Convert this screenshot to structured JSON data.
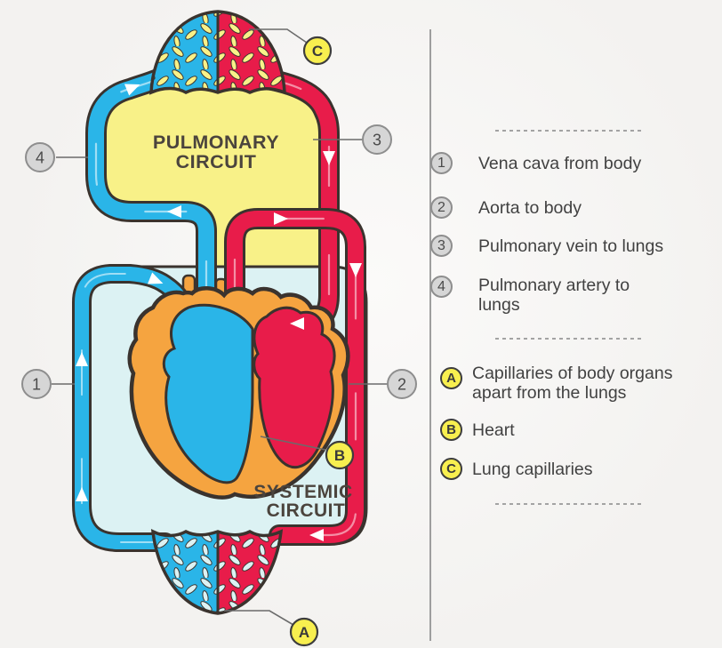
{
  "colors": {
    "vessel_blue": "#2ab5e8",
    "vessel_red": "#e81c4a",
    "pulmonary_yellow": "#f8f188",
    "systemic_light_blue": "#dcf2f3",
    "heart_orange": "#f5a440",
    "outline_dark": "#3a332e",
    "marker_gray_fill": "#d6d6d6",
    "marker_yellow_fill": "#f8ef4f",
    "background": "#f4f3f1"
  },
  "diagram": {
    "pulmonary_circuit": {
      "line1": "PULMONARY",
      "line2": "CIRCUIT"
    },
    "systemic_circuit": {
      "line1": "SYSTEMIC",
      "line2": "CIRCUIT"
    },
    "markers": {
      "m1": "1",
      "m2": "2",
      "m3": "3",
      "m4": "4",
      "mA": "A",
      "mB": "B",
      "mC": "C"
    }
  },
  "legend": {
    "numbered_items": [
      {
        "id": "1",
        "label": "Vena cava from body"
      },
      {
        "id": "2",
        "label": "Aorta to body"
      },
      {
        "id": "3",
        "label": "Pulmonary vein to lungs"
      },
      {
        "id": "4",
        "label": "Pulmonary artery to lungs"
      }
    ],
    "lettered_items": [
      {
        "id": "A",
        "label": "Capillaries of body organs apart from the lungs"
      },
      {
        "id": "B",
        "label": "Heart"
      },
      {
        "id": "C",
        "label": "Lung capillaries"
      }
    ]
  }
}
